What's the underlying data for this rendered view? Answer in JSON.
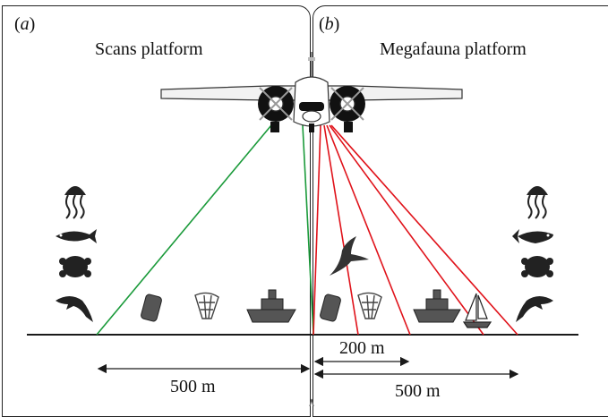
{
  "panels": [
    {
      "label_open": "(",
      "label_letter": "a",
      "label_close": ")",
      "title": "Scans platform"
    },
    {
      "label_open": "(",
      "label_letter": "b",
      "label_close": ")",
      "title": "Megafauna platform"
    }
  ],
  "distances": {
    "left_500": "500 m",
    "right_200": "200 m",
    "right_500": "500 m"
  },
  "colors": {
    "scans_lines": "#1a9a3a",
    "megafauna_lines": "#e0121a",
    "ink": "#1a1a1a"
  },
  "icons": {
    "left_column": [
      "jellyfish-icon",
      "tuna-icon",
      "turtle-icon",
      "dolphin-icon"
    ],
    "right_column": [
      "jellyfish-icon",
      "tuna-icon",
      "turtle-icon",
      "dolphin-icon"
    ],
    "left_surface": [
      "can-icon",
      "net-icon",
      "ship-icon"
    ],
    "right_surface": [
      "can-icon",
      "net-icon",
      "ship-icon",
      "sailboat-icon"
    ],
    "aircraft": "aircraft-icon",
    "bird": "bird-icon"
  }
}
